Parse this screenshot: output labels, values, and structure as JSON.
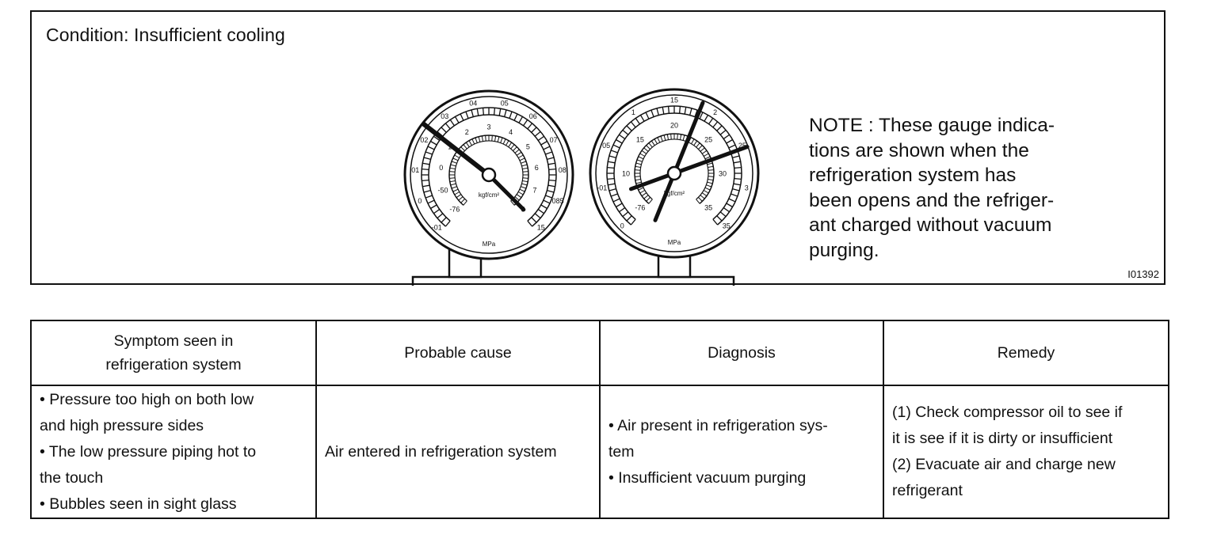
{
  "figure": {
    "condition": "Condition: Insufficient cooling",
    "note_lines": [
      "NOTE : These gauge indica-",
      "tions are shown when the",
      "refrigeration system has",
      "been opens and the refriger-",
      "ant charged without vacuum",
      "purging."
    ],
    "figure_id": "I01392",
    "low_gauge": {
      "outer_scale": [
        "-01",
        "0",
        "01",
        "02",
        "03",
        "04",
        "05",
        "06",
        "07",
        "08",
        "085",
        "15"
      ],
      "inner_scale": [
        "-76",
        "-50",
        "0",
        "1",
        "2",
        "3",
        "4",
        "5",
        "6",
        "7",
        "8"
      ],
      "units_kg": "kgf/cm²",
      "units_mpa": "MPa"
    },
    "high_gauge": {
      "outer_scale": [
        "0",
        "-01",
        "05",
        "1",
        "15",
        "2",
        "25",
        "3",
        "35"
      ],
      "inner_scale": [
        "-76",
        "10",
        "15",
        "20",
        "25",
        "30",
        "35"
      ],
      "units_kg": "kgf/cm²",
      "units_mpa": "MPa"
    }
  },
  "table": {
    "headers": [
      "Symptom seen in refrigeration system",
      "Probable cause",
      "Diagnosis",
      "Remedy"
    ],
    "header_lines": [
      [
        "Symptom seen in",
        "refrigeration system"
      ],
      [
        "Probable cause"
      ],
      [
        "Diagnosis"
      ],
      [
        "Remedy"
      ]
    ],
    "symptom_lines": [
      "• Pressure too high on both low",
      "and high pressure sides",
      "• The low pressure piping hot to",
      "the touch",
      "• Bubbles seen in sight glass"
    ],
    "cause": "Air entered in refrigeration system",
    "diagnosis_lines": [
      "• Air present in refrigeration sys-",
      "tem",
      "• Insufficient vacuum purging"
    ],
    "remedy_lines": [
      "(1) Check compressor oil to see if",
      "it is see if it is dirty or insufficient",
      "(2) Evacuate air and charge new",
      "refrigerant"
    ]
  }
}
